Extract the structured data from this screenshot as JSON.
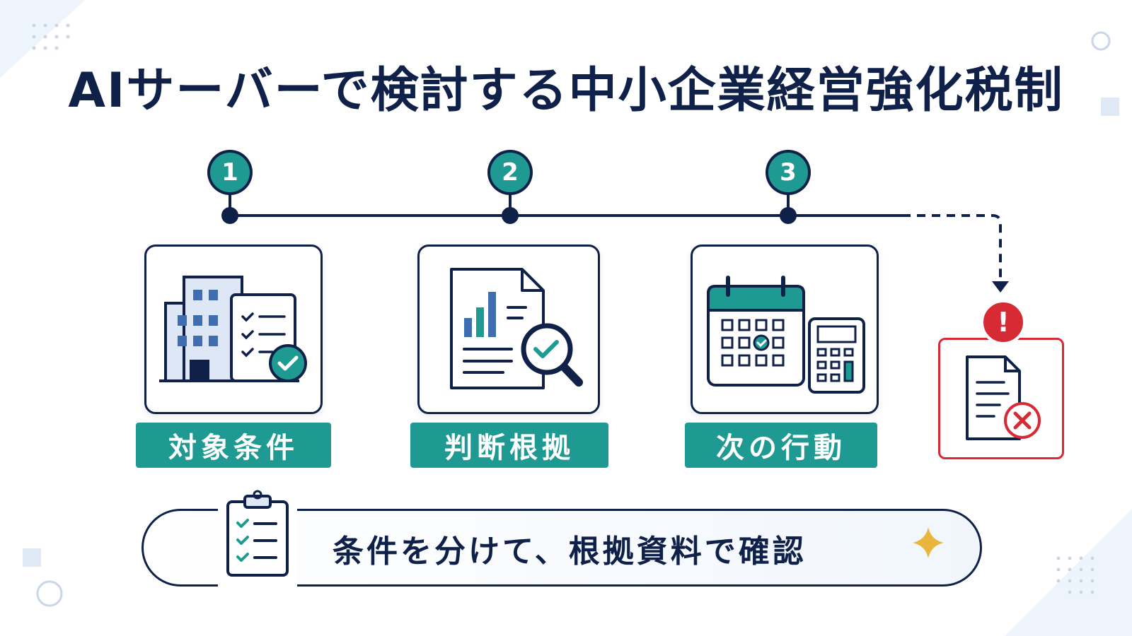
{
  "title": "AIサーバーで検討する中小企業経営強化税制",
  "steps": [
    {
      "number": "1",
      "label": "対象条件",
      "icon": "building-checklist-icon"
    },
    {
      "number": "2",
      "label": "判断根拠",
      "icon": "report-magnifier-icon"
    },
    {
      "number": "3",
      "label": "次の行動",
      "icon": "calendar-calculator-icon"
    }
  ],
  "warning": {
    "badge": "!",
    "icon": "document-error-icon"
  },
  "banner": {
    "text": "条件を分けて、根拠資料で確認",
    "icon": "clipboard-checklist-icon",
    "accent_icon": "sparkle-icon"
  },
  "colors": {
    "navy": "#0f2149",
    "teal": "#1f9a92",
    "red": "#d62a35",
    "gold": "#e9b53f",
    "light_blue": "#e4eefa"
  }
}
